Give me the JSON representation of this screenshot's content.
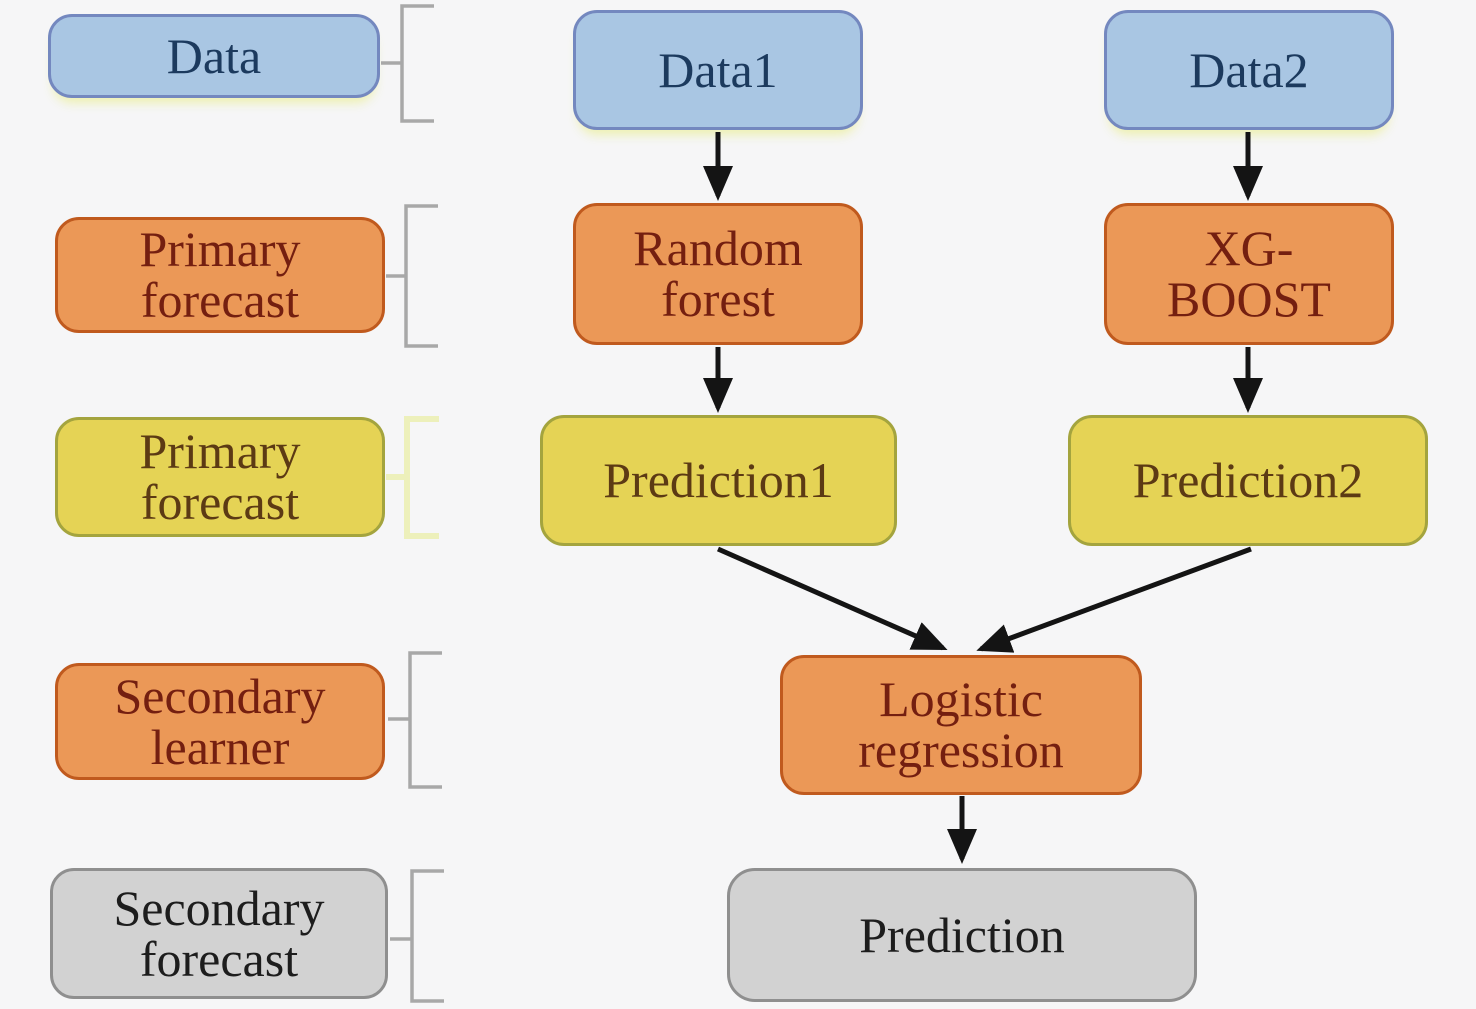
{
  "legend": {
    "items": [
      {
        "label": "Data",
        "category": "data"
      },
      {
        "label": "Primary forecast",
        "category": "primary-learner"
      },
      {
        "label": "Primary forecast",
        "category": "primary-forecast"
      },
      {
        "label": "Secondary learner",
        "category": "secondary-learner"
      },
      {
        "label": "Secondary forecast",
        "category": "secondary-forecast"
      }
    ]
  },
  "flow": {
    "data1": {
      "label": "Data1"
    },
    "data2": {
      "label": "Data2"
    },
    "random_forest": {
      "label": "Random forest"
    },
    "xg_boost": {
      "label": "XG-BOOST"
    },
    "prediction1": {
      "label": "Prediction1"
    },
    "prediction2": {
      "label": "Prediction2"
    },
    "logistic_regression": {
      "label": "Logistic regression"
    },
    "final_prediction": {
      "label": "Prediction"
    }
  },
  "edges": [
    {
      "from": "Data1",
      "to": "Random forest"
    },
    {
      "from": "Data2",
      "to": "XG-BOOST"
    },
    {
      "from": "Random forest",
      "to": "Prediction1"
    },
    {
      "from": "XG-BOOST",
      "to": "Prediction2"
    },
    {
      "from": "Prediction1",
      "to": "Logistic regression"
    },
    {
      "from": "Prediction2",
      "to": "Logistic regression"
    },
    {
      "from": "Logistic regression",
      "to": "Prediction"
    }
  ],
  "colors": {
    "data_fill": "#a9c6e3",
    "data_border": "#7488bf",
    "data_text": "#1c3a5e",
    "learner_fill": "#eb9857",
    "learner_border": "#c05a1e",
    "learner_text": "#741f10",
    "forecast_fill": "#e5d355",
    "forecast_border": "#a4a43e",
    "forecast_text": "#5c3a14",
    "final_fill": "#d2d2d2",
    "final_border": "#8f8f8f",
    "final_text": "#1d1d1d",
    "arrow": "#141414",
    "bracket": "#a8a8a8",
    "bracket_highlight": "#edf0bb",
    "background": "#f6f6f7"
  }
}
